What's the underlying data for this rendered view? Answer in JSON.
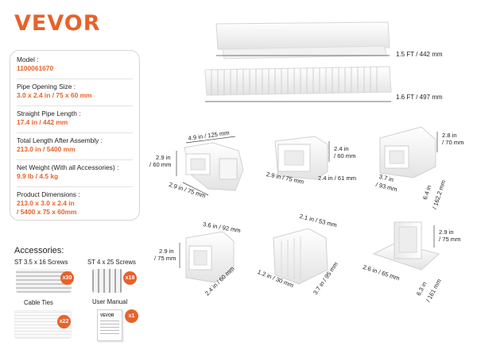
{
  "brand": {
    "logo": "VEVOR",
    "accent": "#e8622a"
  },
  "specs": [
    {
      "label": "Model :",
      "value": "1100061670"
    },
    {
      "label": "Pipe Opening Size :",
      "value": "3.0 x 2.4 in / 75 x 60 mm"
    },
    {
      "label": "Straight Pipe Length :",
      "value": "17.4 in / 442 mm"
    },
    {
      "label": "Total Length After Assembly :",
      "value": "213.0 in / 5400 mm"
    },
    {
      "label": "Net Weight (With all Accessories) :",
      "value": "9.9 lb / 4.5 kg"
    },
    {
      "label": "Product Dimensions  :",
      "value": "213.0 x 3.0 x 2.4 in",
      "value2": "/ 5400 x 75 x 60mm"
    }
  ],
  "accessories": {
    "title": "Accessories:",
    "items": [
      {
        "label": "ST 3.5 x 16 Screws",
        "count": "x30"
      },
      {
        "label": "ST 4 x 25 Screws",
        "count": "x18"
      },
      {
        "label": "Cable Ties",
        "count": "x22"
      },
      {
        "label": "User Manual",
        "count": "x1"
      }
    ],
    "manual_logo": "VEVOR"
  },
  "ducts": {
    "straight": "1.5 FT  / 442 mm",
    "flexible": "1.6 FT / 497 mm"
  },
  "dimensions": {
    "elbow_top": "4.9 in / 125 mm",
    "elbow_left_1": "2.9 in",
    "elbow_left_2": "/ 60 mm",
    "elbow_bottom": "2.9 in / 75 mm",
    "coupler_right_1": "2.4 in",
    "coupler_right_2": "/ 60 mm",
    "coupler_bottom_left": "2.9 in / 75 mm",
    "coupler_bottom_right": "2.4 in / 61 mm",
    "endcap_right_1": "2.8 in",
    "endcap_right_2": "/ 70 mm",
    "endcap_bottom_1": "3.7 in",
    "endcap_bottom_2": "/ 93 mm",
    "endcap_side_1": "6.4 in",
    "endcap_side_2": "/ 162.2 mm",
    "tee_top": "3.6 in / 92 mm",
    "tee_left_1": "2.9 in",
    "tee_left_2": "/ 75 mm",
    "tee_bottom": "2.4 in / 60 mm",
    "reducer_top": "2.1 in / 53 mm",
    "reducer_bottom_left": "1.2 in / 30 mm",
    "reducer_bottom_right": "3.7 in / 95 mm",
    "wall_right_1": "2.9 in",
    "wall_right_2": "/ 75 mm",
    "wall_bottom_left": "2.6 in / 65 mm",
    "wall_bottom_right_1": "6.3 in",
    "wall_bottom_right_2": "/ 161 mm"
  }
}
